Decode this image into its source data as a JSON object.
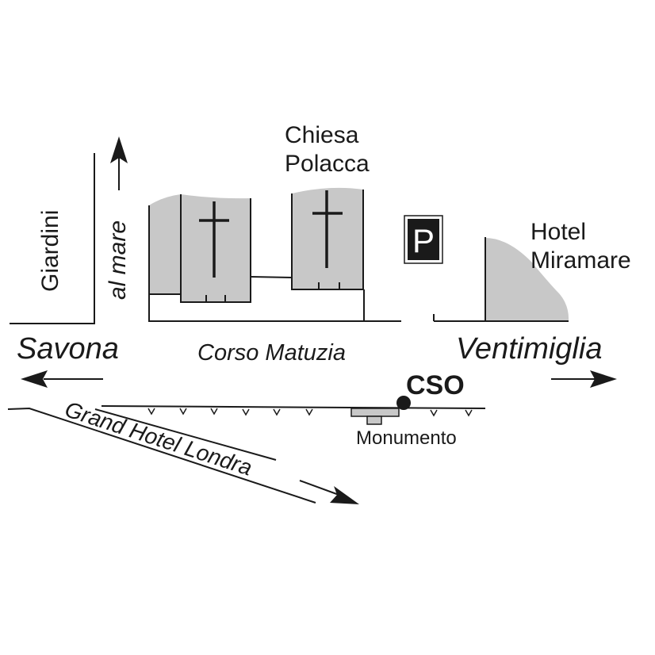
{
  "labels": {
    "giardini": "Giardini",
    "al_mare": "al mare",
    "chiesa_line1": "Chiesa",
    "chiesa_line2": "Polacca",
    "parking": "P",
    "hotel_line1": "Hotel",
    "hotel_line2": "Miramare",
    "savona": "Savona",
    "corso_matuzia": "Corso Matuzia",
    "ventimiglia": "Ventimiglia",
    "cso": "CSO",
    "monumento": "Monumento",
    "grand_hotel_londra": "Grand Hotel Londra"
  },
  "colors": {
    "building_fill": "#c8c8c8",
    "ink": "#1a1a1a",
    "background": "#ffffff"
  },
  "icons": {
    "parking": "parking-sign-icon",
    "cross": "cross-icon",
    "marker": "location-dot-icon",
    "arrow": "arrow-icon"
  }
}
